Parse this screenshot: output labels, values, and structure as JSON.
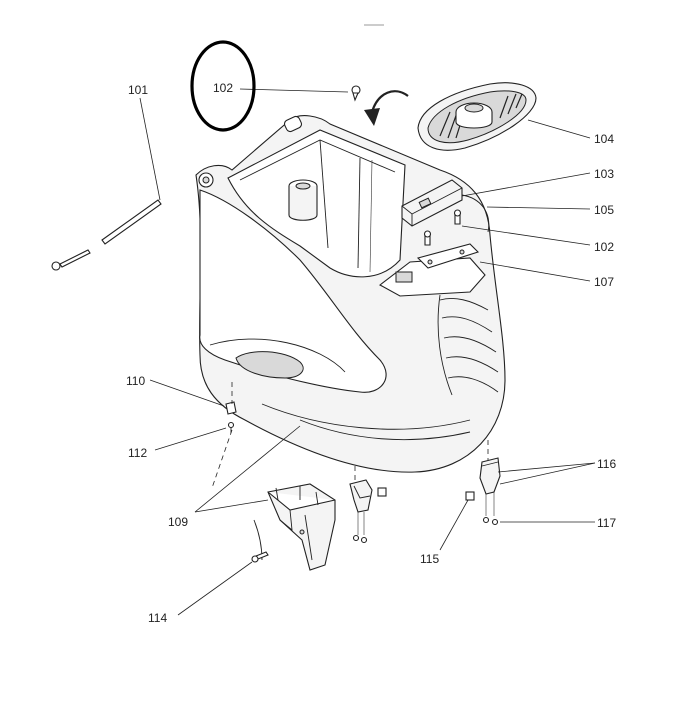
{
  "diagram": {
    "callouts": [
      {
        "id": "c101",
        "label": "101"
      },
      {
        "id": "c102a",
        "label": "102"
      },
      {
        "id": "c102b",
        "label": "102"
      },
      {
        "id": "c103",
        "label": "103"
      },
      {
        "id": "c104",
        "label": "104"
      },
      {
        "id": "c105",
        "label": "105"
      },
      {
        "id": "c107",
        "label": "107"
      },
      {
        "id": "c109",
        "label": "109"
      },
      {
        "id": "c110",
        "label": "110"
      },
      {
        "id": "c112",
        "label": "112"
      },
      {
        "id": "c114",
        "label": "114"
      },
      {
        "id": "c115",
        "label": "115"
      },
      {
        "id": "c116",
        "label": "116"
      },
      {
        "id": "c117",
        "label": "117"
      }
    ],
    "highlight": {
      "circled_label": "102"
    }
  }
}
